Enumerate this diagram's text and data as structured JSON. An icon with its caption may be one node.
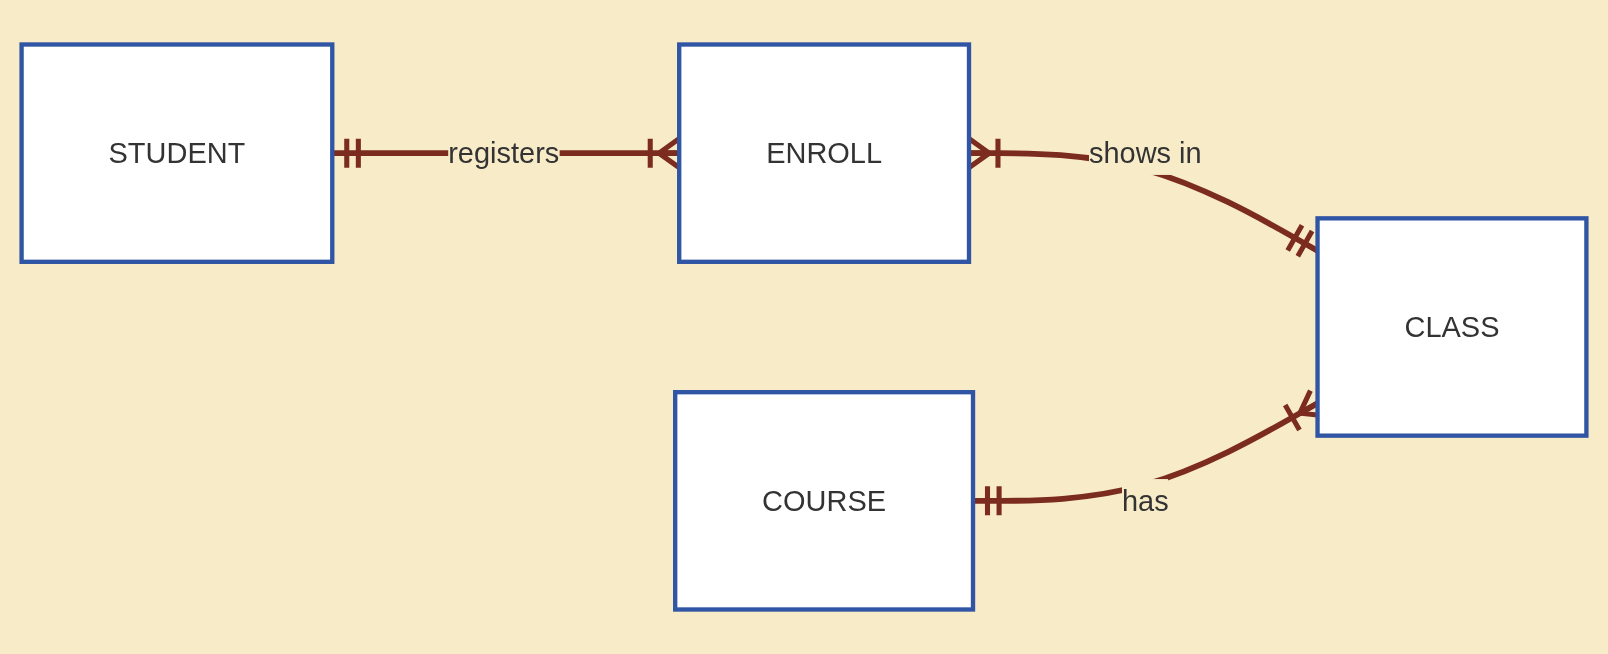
{
  "diagram": {
    "nodes": [
      {
        "text": [
          "COURSE"
        ]
      },
      {
        "text": [
          "STUDENT"
        ]
      },
      {
        "text": [
          "ENROLL"
        ]
      },
      {
        "text": [
          "CLASS"
        ]
      }
    ],
    "edges": [
      {
        "from": 1,
        "to": 2,
        "label": "registers",
        "arrow": "other"
      },
      {
        "from": 2,
        "to": 3,
        "label": "shows in",
        "arrow": "other"
      },
      {
        "from": 0,
        "to": 3,
        "label": "has",
        "arrow": "other"
      }
    ]
  }
}
